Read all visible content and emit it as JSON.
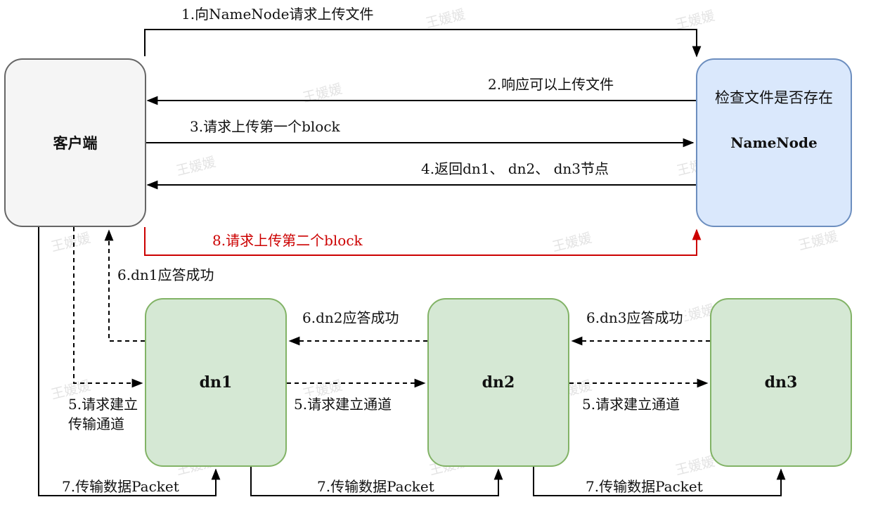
{
  "nodes": {
    "client": "客户端",
    "namenode_check": "检查文件是否存在",
    "namenode": "NameNode",
    "dn1": "dn1",
    "dn2": "dn2",
    "dn3": "dn3"
  },
  "steps": {
    "s1": "1.向NameNode请求上传文件",
    "s2": "2.响应可以上传文件",
    "s3": "3.请求上传第一个block",
    "s4": "4.返回dn1、 dn2、 dn3节点",
    "s8": "8.请求上传第二个block",
    "s6_dn1": "6.dn1应答成功",
    "s6_dn2": "6.dn2应答成功",
    "s6_dn3": "6.dn3应答成功",
    "s5_client_line1": "5.请求建立",
    "s5_client_line2": "传输通道",
    "s5_dn1": "5.请求建立通道",
    "s5_dn2": "5.请求建立通道",
    "s7_a": "7.传输数据Packet",
    "s7_b": "7.传输数据Packet",
    "s7_c": "7.传输数据Packet"
  },
  "watermark": "王媛媛",
  "colors": {
    "client_fill": "#f5f5f5",
    "namenode_fill": "#dae8fc",
    "datanode_fill": "#d5e8d4",
    "highlight": "#cc0000"
  }
}
